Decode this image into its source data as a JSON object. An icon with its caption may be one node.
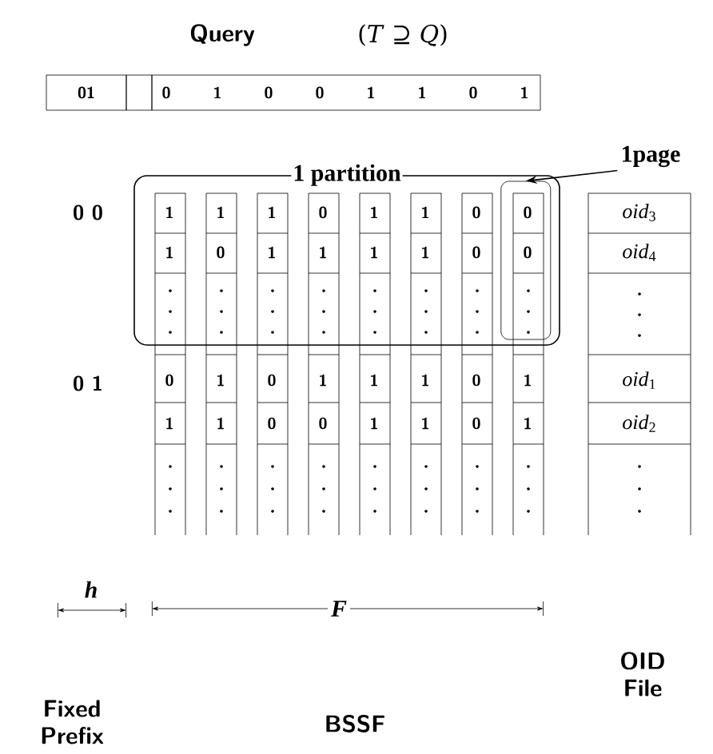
{
  "diagram": {
    "title": "Query",
    "nodes": [
      {
        "text": [
          "1 partition"
        ]
      },
      {
        "text": [],
        "shape": "box",
        "in": 0
      },
      {
        "text": [
          "1page"
        ]
      }
    ],
    "edges": [
      {
        "from": 2,
        "to": 1,
        "arrow": "to"
      }
    ],
    "labels": [
      "(*T* ⊇ *Q*)",
      "01",
      "0",
      "1",
      "0",
      "0",
      "1",
      "1",
      "0",
      "1",
      "0 0",
      "1",
      "1",
      "1",
      "0",
      "1",
      "1",
      "0",
      "0",
      "*oid*$_{3}$",
      "1",
      "0",
      "1",
      "1",
      "1",
      "1",
      "0",
      "0",
      "*oid*$_{4}$",
      "0 1",
      "0",
      "1",
      "0",
      "1",
      "1",
      "1",
      "0",
      "1",
      "*oid*$_{1}$",
      "1",
      "1",
      "0",
      "0",
      "1",
      "1",
      "0",
      "1",
      "*oid*$_{2}$",
      "h",
      "F",
      "OID File",
      "Fixed Prefix",
      "BSSF"
    ]
  }
}
